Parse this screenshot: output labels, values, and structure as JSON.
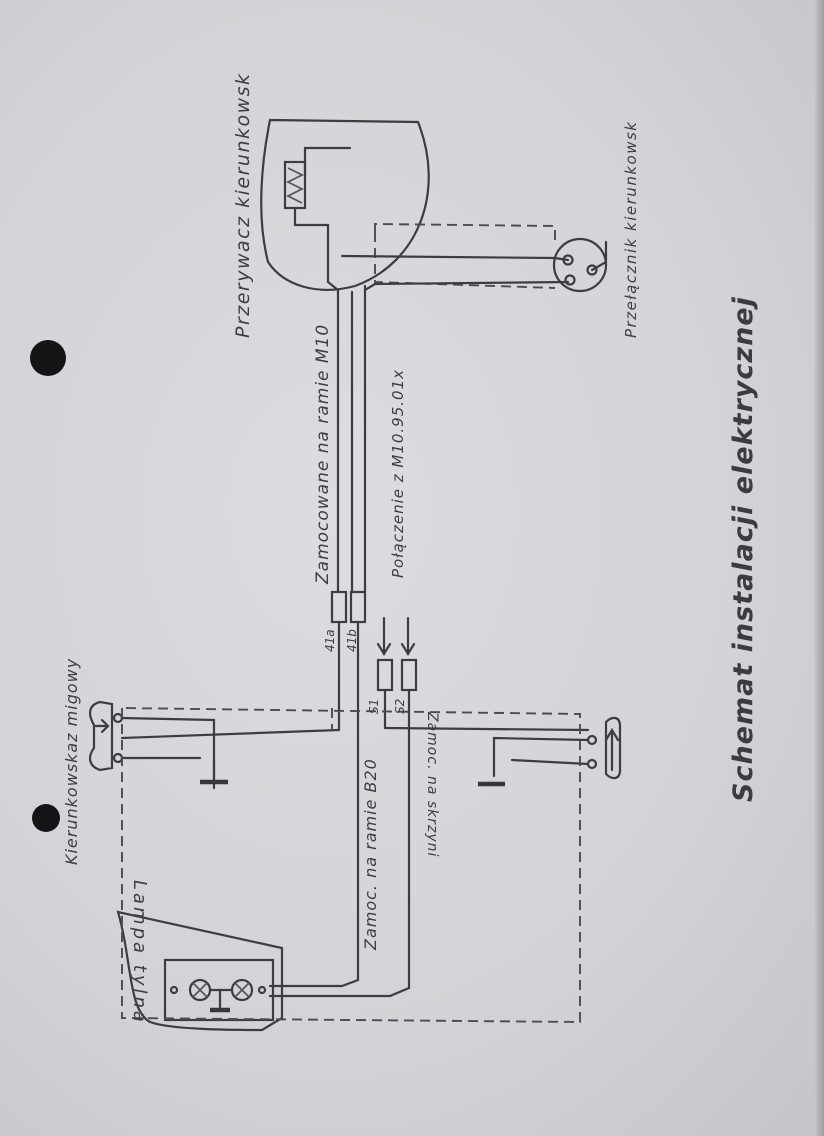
{
  "title": "Schemat instalacji elektrycznej",
  "labels": {
    "interrupter": "Przerywacz kierunkowsk",
    "switch": "Przełącznik kierunkowsk",
    "mounted_m10": "Zamocowane na ramie M10",
    "connection": "Połączenie z M10.95.01x",
    "blinker": "Kierunkowskaz migowy",
    "rear_lamp": "Lampa tylna",
    "mounted_b20": "Zamoc. na ramie B20",
    "mounted_box": "Zamoc. na skrzyni",
    "conn_41a": "41a",
    "conn_41b": "41b",
    "conn_s1": "S1",
    "conn_s2": "S2"
  }
}
